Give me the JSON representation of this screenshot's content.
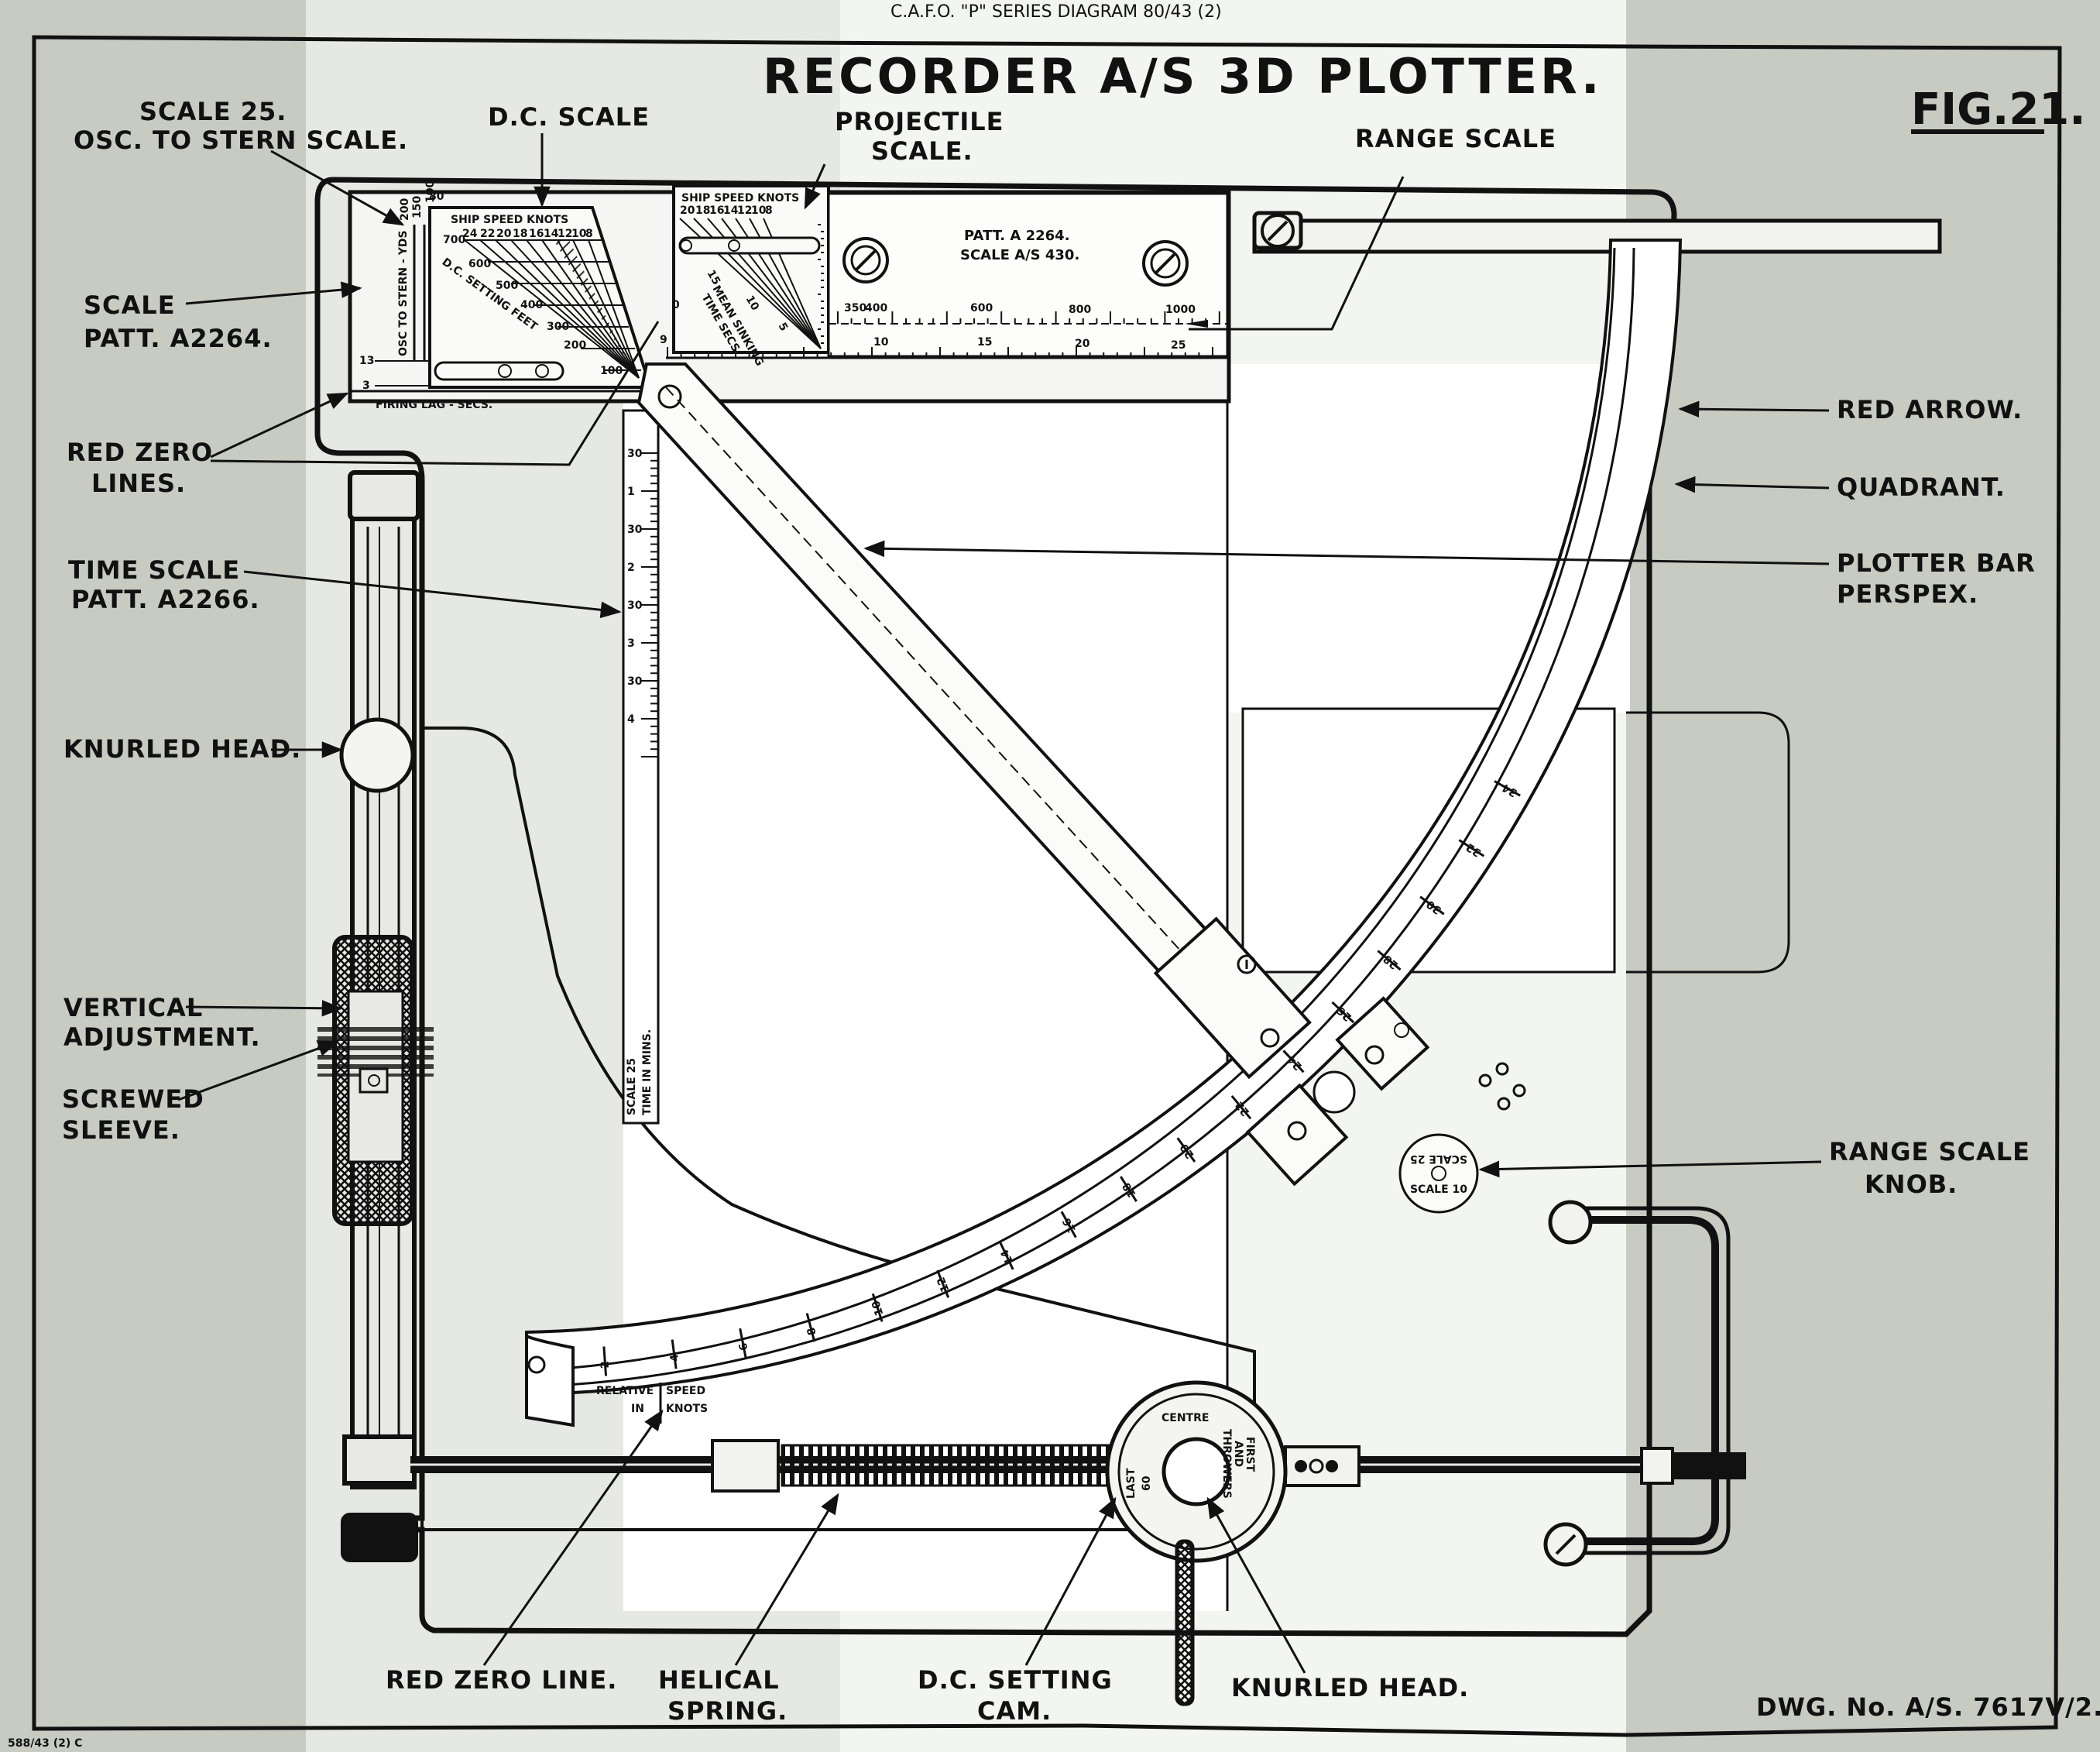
{
  "header": {
    "series_line": "C.A.F.O. \"P\" SERIES DIAGRAM 80/43 (2)",
    "title": "RECORDER A/S 3D PLOTTER.",
    "figure": "FIG.21."
  },
  "footer": {
    "drawing_number": "DWG. No. A/S. 7617V/2.",
    "print_ref": "588/43 (2) C"
  },
  "callouts": {
    "scale25_line1": "SCALE 25.",
    "scale25_line2": "OSC. TO STERN SCALE.",
    "dc_scale": "D.C. SCALE",
    "projectile_line1": "PROJECTILE",
    "projectile_line2": "SCALE.",
    "range_scale": "RANGE SCALE",
    "scale_patt_line1": "SCALE",
    "scale_patt_line2": "PATT. A2264.",
    "red_zero_lines_line1": "RED ZERO",
    "red_zero_lines_line2": "LINES.",
    "time_scale_line1": "TIME SCALE",
    "time_scale_line2": "PATT. A2266.",
    "knurled_head_left": "KNURLED HEAD.",
    "vertical_adj_line1": "VERTICAL",
    "vertical_adj_line2": "ADJUSTMENT.",
    "screwed_sleeve_line1": "SCREWED",
    "screwed_sleeve_line2": "SLEEVE.",
    "red_arrow": "RED ARROW.",
    "quadrant": "QUADRANT.",
    "plotter_bar_line1": "PLOTTER BAR",
    "plotter_bar_line2": "PERSPEX.",
    "range_knob_line1": "RANGE SCALE",
    "range_knob_line2": "KNOB.",
    "red_zero_line": "RED ZERO LINE.",
    "helical_line1": "HELICAL",
    "helical_line2": "SPRING.",
    "dc_cam_line1": "D.C. SETTING",
    "dc_cam_line2": "CAM.",
    "knurled_head_bottom": "KNURLED HEAD."
  },
  "dc_scale": {
    "header": "SHIP SPEED KNOTS",
    "speeds": [
      "24",
      "22",
      "20",
      "18",
      "16",
      "14",
      "12",
      "10",
      "8"
    ],
    "settings_label": "D.C. SETTING FEET",
    "settings": [
      "700",
      "600",
      "500",
      "400",
      "300",
      "200",
      "100"
    ]
  },
  "osc_scale": {
    "label": "OSC TO STERN - YDS",
    "top_values": [
      "200",
      "150",
      "100",
      "80"
    ],
    "marks": [
      "13",
      "3"
    ],
    "firing_lag": "FIRING LAG - SECS."
  },
  "projectile_scale": {
    "header": "SHIP SPEED KNOTS",
    "speeds": [
      "20",
      "18",
      "16",
      "14",
      "12",
      "10",
      "8"
    ],
    "sink_label_line1": "MEAN SINKING",
    "sink_label_line2": "TIME SECS",
    "sink_values": [
      "15",
      "10",
      "5"
    ],
    "left_marks": [
      "0",
      "9"
    ]
  },
  "range_scale": {
    "patt": "PATT. A 2264.",
    "scale": "SCALE A/S 430.",
    "upper": [
      "350",
      "400",
      "600",
      "800",
      "1000"
    ],
    "lower": [
      "10",
      "15",
      "20",
      "25"
    ]
  },
  "time_scale": {
    "marks": [
      "30",
      "1",
      "30",
      "2",
      "30",
      "3",
      "30",
      "4"
    ],
    "caption_line1": "SCALE 25",
    "caption_line2": "TIME IN MINS."
  },
  "quadrant_scale": {
    "values": [
      "2",
      "4",
      "6",
      "8",
      "10",
      "12",
      "14",
      "16",
      "18",
      "20",
      "22",
      "24",
      "26",
      "28",
      "30",
      "32",
      "34"
    ],
    "relative_line1": "RELATIVE",
    "relative_line2": "IN",
    "speed_line1": "SPEED",
    "speed_line2": "KNOTS"
  },
  "range_knob": {
    "top": "SCALE 25",
    "bottom": "SCALE 10"
  },
  "cam": {
    "centre": "CENTRE",
    "last": "LAST",
    "last_num": "60",
    "first_line1": "FIRST",
    "first_line2": "AND",
    "first_line3": "THROWERS"
  }
}
